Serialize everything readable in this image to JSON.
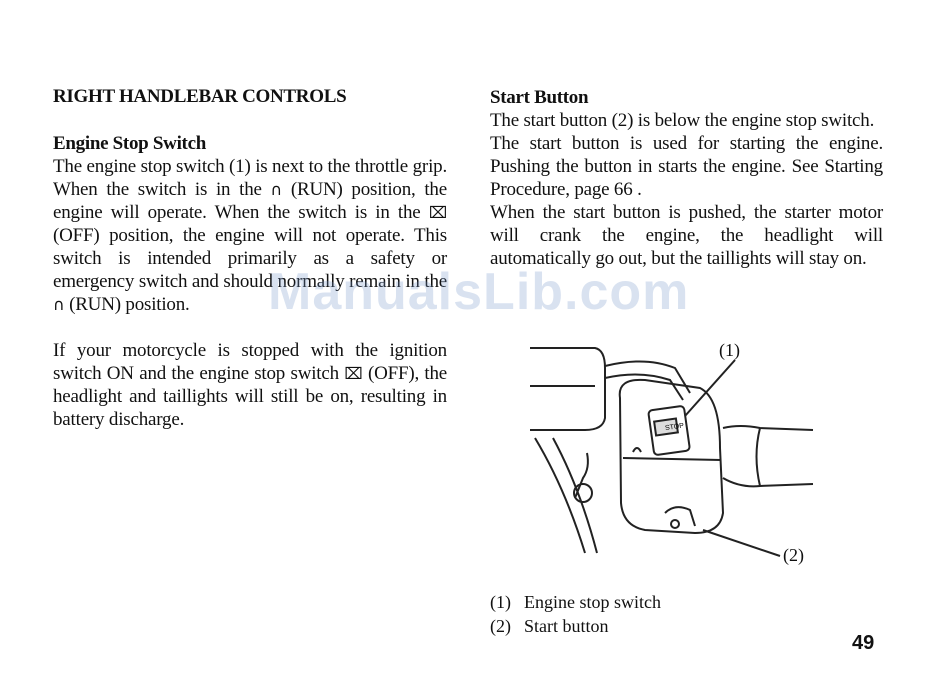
{
  "left": {
    "heading": "RIGHT HANDLEBAR CONTROLS",
    "subheading": "Engine Stop Switch",
    "para1": [
      "The engine stop switch (1) is next to the",
      "throttle grip. When the switch is in the",
      "(RUN) position, the engine will operate.",
      "When the switch is in the",
      "(OFF)",
      "position, the engine will not operate. This",
      "switch is intended primarily as a safety or",
      "emergency switch and should normally",
      "remain in the",
      "(RUN) position."
    ],
    "para2": [
      "If your motorcycle is stopped with the",
      "ignition switch ON and the engine stop",
      "switch",
      "(OFF), the headlight and",
      "taillights will still be on, resulting in battery",
      "discharge."
    ]
  },
  "right": {
    "heading": "Start Button",
    "lines": [
      "The start button (2) is below the engine",
      "stop switch.",
      "The start button is used for starting the",
      "engine. Pushing the button in starts the",
      "engine. See Starting Procedure, page 66 .",
      "When the start button is pushed, the starter",
      "motor will crank the engine, the headlight",
      "will automatically go out, but the taillights",
      "will stay on."
    ]
  },
  "figure": {
    "callout1": "(1)",
    "callout2": "(2)",
    "switch_label": "STOP"
  },
  "captions": [
    {
      "num": "(1)",
      "text": "Engine stop switch"
    },
    {
      "num": "(2)",
      "text": "Start button"
    }
  ],
  "icons": {
    "run": "run-symbol-icon",
    "off": "off-symbol-icon"
  },
  "page_number": "49",
  "watermark": "ManualsLib.com"
}
